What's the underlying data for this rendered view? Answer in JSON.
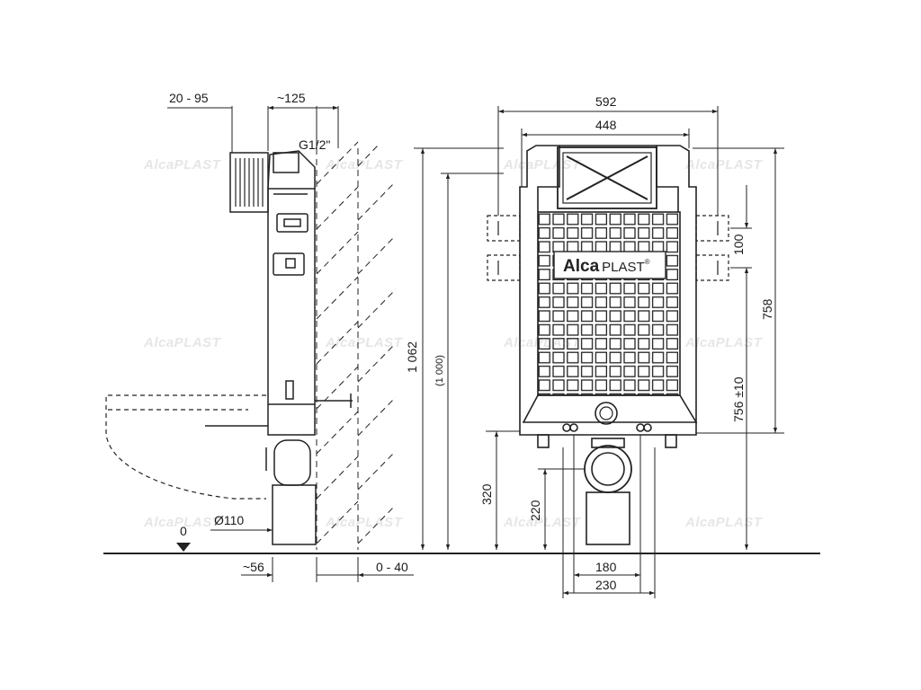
{
  "brand": {
    "name_bold": "Alca",
    "name_light": "PLAST",
    "mark": "®"
  },
  "watermark": "AlcaPLAST",
  "side_view": {
    "dim_top_left": "20 - 95",
    "dim_top_right": "~125",
    "thread": "G1/2\"",
    "height_total": "1 062",
    "height_frame": "(1 000)",
    "pipe_diameter": "Ø110",
    "floor_level": "0",
    "dim_bottom_left": "~56",
    "dim_bottom_right": "0 - 40"
  },
  "front_view": {
    "width_total": "592",
    "width_top": "448",
    "height_outlet": "320",
    "height_bottom": "220",
    "width_bolts": "180",
    "width_feet": "230",
    "bracket_spacing": "100",
    "height_tank": "758",
    "height_connection": "756 ±10"
  }
}
